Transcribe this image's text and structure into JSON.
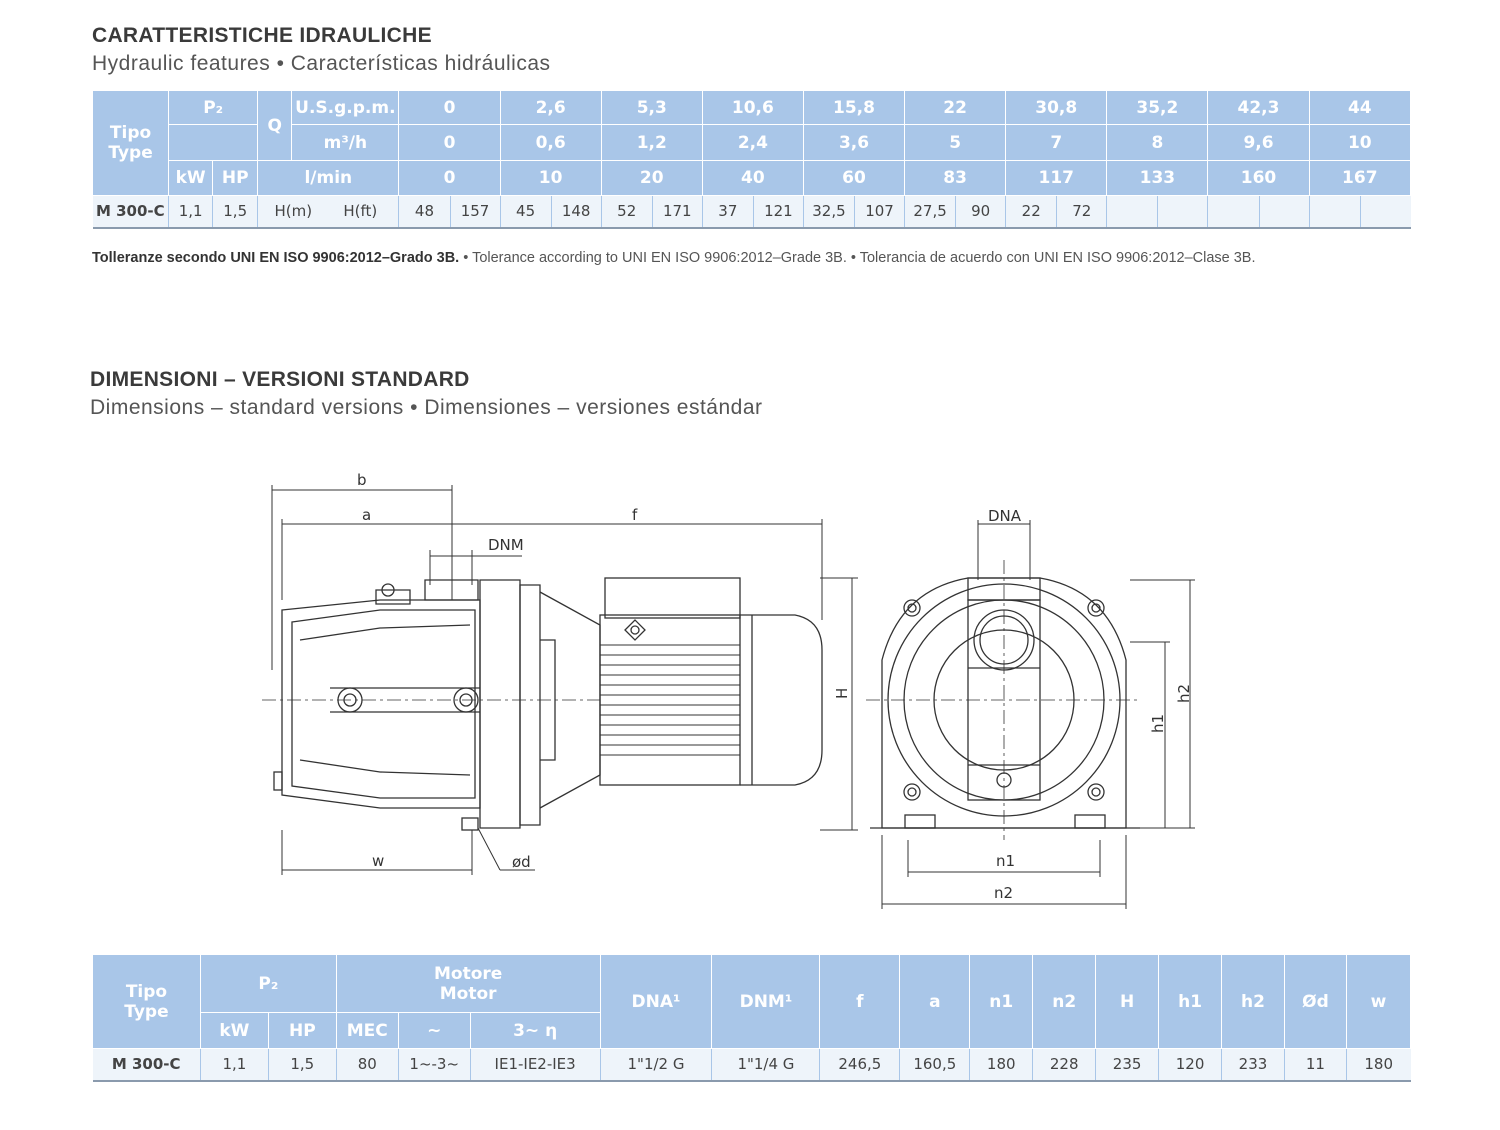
{
  "hydraulic": {
    "title": "CARATTERISTICHE IDRAULICHE",
    "subtitle": "Hydraulic features • Características hidráulicas",
    "hdr_tipo": "Tipo",
    "hdr_type": "Type",
    "hdr_p2": "P₂",
    "hdr_q": "Q",
    "hdr_kw": "kW",
    "hdr_hp": "HP",
    "hdr_usgpm": "U.S.g.p.m.",
    "hdr_m3h": "m³/h",
    "hdr_lmin": "l/min",
    "hdr_hm": "H(m)",
    "hdr_hft": "H(ft)",
    "usgpm": [
      "0",
      "2,6",
      "5,3",
      "10,6",
      "15,8",
      "22",
      "30,8",
      "35,2",
      "42,3",
      "44"
    ],
    "m3h": [
      "0",
      "0,6",
      "1,2",
      "2,4",
      "3,6",
      "5",
      "7",
      "8",
      "9,6",
      "10"
    ],
    "lmin": [
      "0",
      "10",
      "20",
      "40",
      "60",
      "83",
      "117",
      "133",
      "160",
      "167"
    ],
    "model": "M 300-C",
    "kw": "1,1",
    "hp": "1,5",
    "heads": [
      "48",
      "157",
      "45",
      "148",
      "52",
      "171",
      "37",
      "121",
      "32,5",
      "107",
      "27,5",
      "90",
      "22",
      "72",
      "",
      "",
      "",
      "",
      "",
      ""
    ]
  },
  "note": {
    "bold": "Tolleranze secondo UNI EN ISO 9906:2012–Grado 3B.",
    "rest": " • Tolerance according to UNI EN ISO 9906:2012–Grade 3B. • Tolerancia de acuerdo con UNI EN ISO 9906:2012–Clase 3B."
  },
  "dimensions": {
    "title": "DIMENSIONI – VERSIONI STANDARD",
    "subtitle": "Dimensions – standard versions • Dimensiones – versiones estándar",
    "labels": {
      "b": "b",
      "a": "a",
      "f": "f",
      "dnm": "DNM",
      "dna": "DNA",
      "H": "H",
      "h1": "h1",
      "h2": "h2",
      "w": "w",
      "od": "ød",
      "n1": "n1",
      "n2": "n2"
    }
  },
  "dimtable": {
    "hdr_tipo": "Tipo",
    "hdr_type": "Type",
    "hdr_p2": "P₂",
    "hdr_motore": "Motore",
    "hdr_motor": "Motor",
    "hdr_kw": "kW",
    "hdr_hp": "HP",
    "hdr_mec": "MEC",
    "hdr_tilde": "~",
    "hdr_eta": "3~ η",
    "hdr_dna": "DNA¹",
    "hdr_dnm": "DNM¹",
    "hdr_f": "f",
    "hdr_a": "a",
    "hdr_n1": "n1",
    "hdr_n2": "n2",
    "hdr_H": "H",
    "hdr_h1": "h1",
    "hdr_h2": "h2",
    "hdr_od": "Ød",
    "hdr_w": "w",
    "row": {
      "model": "M 300-C",
      "kw": "1,1",
      "hp": "1,5",
      "mec": "80",
      "phase": "1~-3~",
      "eff": "IE1-IE2-IE3",
      "dna": "1\"1/2 G",
      "dnm": "1\"1/4 G",
      "f": "246,5",
      "a": "160,5",
      "n1": "180",
      "n2": "228",
      "H": "235",
      "h1": "120",
      "h2": "233",
      "od": "11",
      "w": "180"
    }
  }
}
